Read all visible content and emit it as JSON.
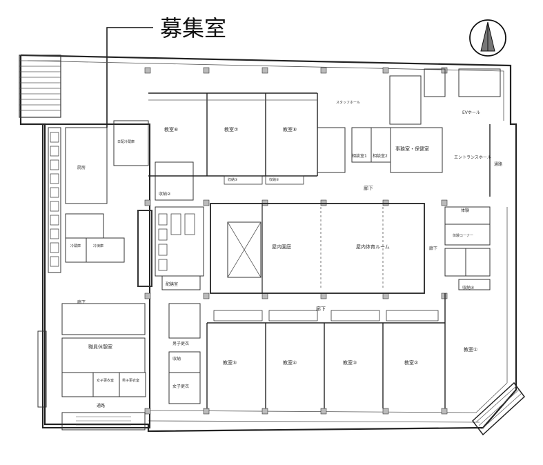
{
  "callout": {
    "label": "募集室"
  },
  "rooms": {
    "r6": "教室⑥",
    "r7": "教室⑦",
    "r8": "教室⑧",
    "r1": "教室①",
    "r2": "教室②",
    "r3": "教室③",
    "r4": "教室④",
    "r5": "教室⑤",
    "indoor_plaza": "屋内園庭",
    "indoor_gym": "屋内体育ルーム",
    "office": "事務室・保健室",
    "consult1": "相談室1",
    "consult2": "相談室2",
    "entrance_hall": "エントランスホール",
    "corridor": "廊下",
    "passage": "通路",
    "staff_room": "職員休憩室",
    "male_changing": "男子更衣",
    "female_changing": "女子更衣",
    "female_changing2": "女子更衣室",
    "male_changing2": "男子更衣室",
    "storage": "収納",
    "storage2": "収納②",
    "storage3": "収納③",
    "storage4": "収納④",
    "waste": "配膳室",
    "experience": "体験",
    "experience_corner": "体験コーナー",
    "ev_hall": "EVホール",
    "staff_hall": "スタッフホール",
    "refrig": "冷蔵庫",
    "freezer": "冷凍庫",
    "kitchen": "厨房",
    "day_storage": "日配冷蔵庫"
  }
}
